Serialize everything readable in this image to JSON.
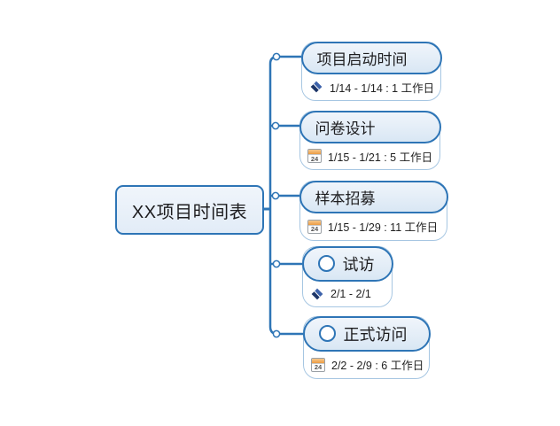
{
  "diagram": {
    "type": "mindmap-timeline",
    "root": {
      "label": "XX项目时间表"
    },
    "nodes": [
      {
        "title": "项目启动时间",
        "date": "1/14 - 1/14 : 1 工作日",
        "date_icon": "milestone-diamond-icon",
        "has_progress_circle": false
      },
      {
        "title": "问卷设计",
        "date": "1/15 - 1/21 : 5 工作日",
        "date_icon": "calendar-icon",
        "calendar_day": "24",
        "has_progress_circle": false
      },
      {
        "title": "样本招募",
        "date": "1/15 - 1/29 : 11 工作日",
        "date_icon": "calendar-icon",
        "calendar_day": "24",
        "has_progress_circle": false
      },
      {
        "title": "试访",
        "date": "2/1 - 2/1",
        "date_icon": "milestone-diamond-icon",
        "has_progress_circle": true
      },
      {
        "title": "正式访问",
        "date": "2/2 - 2/9 : 6 工作日",
        "date_icon": "calendar-icon",
        "calendar_day": "24",
        "has_progress_circle": true
      }
    ],
    "colors": {
      "primary_blue": "#2e75b6",
      "wrapper_border": "#a6c6e2",
      "topic_fill_top": "#f0f5fb",
      "topic_fill_bottom": "#d9e7f4",
      "diamond_dark": "#1c3567",
      "diamond_light": "#3c62aa",
      "calendar_orange": "#ec9c43",
      "background": "#ffffff"
    }
  }
}
